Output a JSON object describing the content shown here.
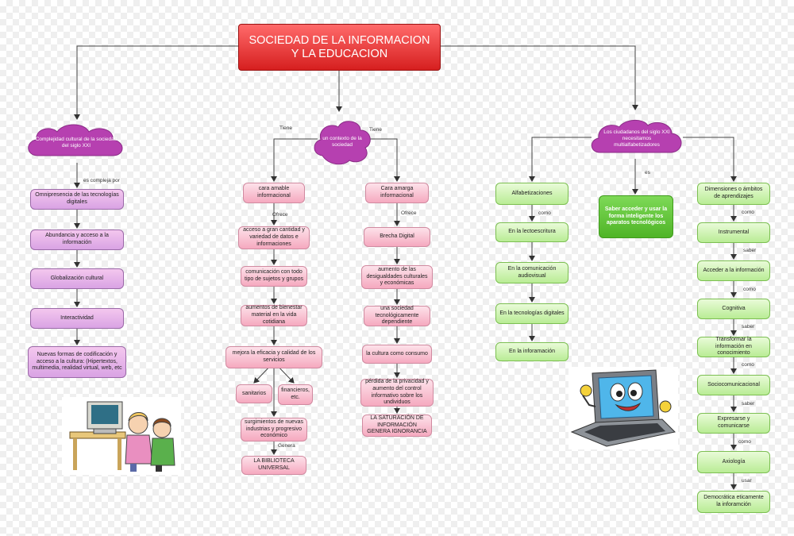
{
  "title": {
    "line1": "SOCIEDAD DE LA INFORMACION",
    "line2": "Y LA EDUCACION"
  },
  "branch1": {
    "cloud": "Complejidad cultural de la sociedad del siglo XXI",
    "connector": "es compleja por",
    "items": [
      "Omnipresencia de las tecnologías digitales",
      "Abundancia y acceso a la información",
      "Globalización cultural",
      "Interactividad",
      "Nuevas formas de codificación y acceso a la cultura: (Hipertextos, multimedia, realidad virtual, web, etc"
    ]
  },
  "branch2": {
    "cloud": "un contexto de la sociedad",
    "tiene_left": "Tiene",
    "tiene_right": "Tiene",
    "amable": {
      "head": "cara amable informacional",
      "ofrece": "Ofrece",
      "items": [
        "acceso a gran cantidad y variedad de datos e informaciones",
        "comunicación con todo tipo de sujetos y grupos",
        "aumentos de bienestar material en la vida cotidiana",
        "mejora la eficacia y calidad de los servicios"
      ],
      "sanitarios": "sanitarios",
      "financieros": "financieros, etc.",
      "surgimiento": "surgimientos de nuevas industrias y progresivo económico",
      "genera": "Genera",
      "biblioteca": "LA BIBLIOTECA UNIVERSAL"
    },
    "amarga": {
      "head": "Cara amarga informacional",
      "ofrece": "Ofrece",
      "items": [
        "Brecha Digital",
        "aumento de las desigualdades culturales y económicas",
        "una sociedad tecnológicamente dependiente",
        "la cultura como consumo",
        "pérdida de la privacidad y aumento del control informativo sobre los undividuos",
        "LA SATURACIÓN DE INFORMACIÓN GENERA IGNORANCIA"
      ]
    }
  },
  "branch3": {
    "cloud": "Los ciudadanos del siglo XXI necesitamos multialfabetizadores",
    "es": "es",
    "alfa": {
      "head": "Alfabetizaciones",
      "como": "como",
      "items": [
        "En la lectoescritura",
        "En la comunicación audiovisual",
        "En la tecnologías digitales",
        "En la inforamación"
      ]
    },
    "saber": "Saber acceder y usar la forma inteligente los aparatos tecnológicos",
    "dim": {
      "items": [
        "Dimensiones o ámbitos de aprendizajes",
        "Instrumental",
        "Acceder a la información",
        "Cognitiva",
        "Transformar la información en conocimiento",
        "Sociocomunicacional",
        "Expresarse y comunicarse",
        "Axiología",
        "Democrática eticamente la inforamción"
      ],
      "connectors": [
        "como",
        "saber",
        "como",
        "saber",
        "como",
        "saber",
        "como",
        "usar"
      ]
    }
  },
  "colors": {
    "title": "#e53030",
    "cloud": "#b640b0",
    "purple_box": "#e0b0e8",
    "pink_box": "#f7b6c9",
    "green_box": "#c6f0a6",
    "solid_green": "#5cc430"
  },
  "icons": [
    "kids-computer-illustration",
    "laptop-mascot-illustration"
  ]
}
